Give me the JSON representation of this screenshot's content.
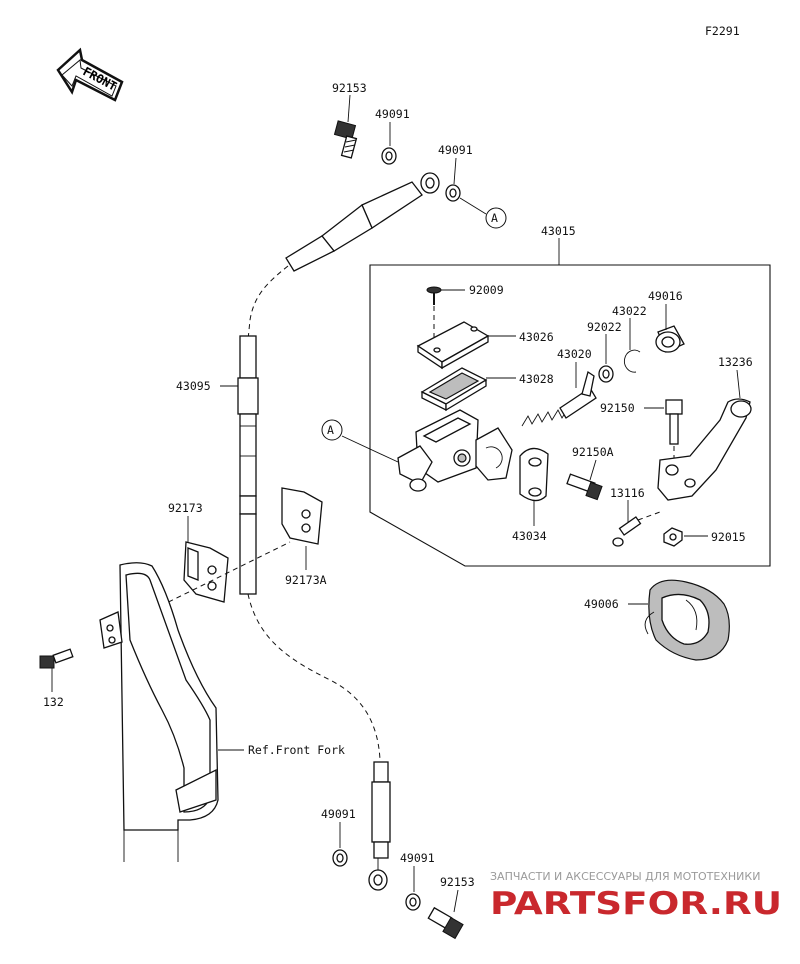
{
  "figure_code": "F2291",
  "front_arrow_label": "FRONT",
  "callout_letter": "A",
  "ref_label": "Ref.Front Fork",
  "parts": {
    "p92153_top": "92153",
    "p49091_a": "49091",
    "p49091_b": "49091",
    "p43015": "43015",
    "p92009": "92009",
    "p43026": "43026",
    "p43028": "43028",
    "p43020": "43020",
    "p92022": "92022",
    "p43022": "43022",
    "p49016": "49016",
    "p13236": "13236",
    "p92150": "92150",
    "p92150A": "92150A",
    "p13116": "13116",
    "p92015": "92015",
    "p43034": "43034",
    "p43095": "43095",
    "p92173": "92173",
    "p92173A": "92173A",
    "p49006": "49006",
    "p132": "132",
    "p49091_c": "49091",
    "p49091_d": "49091",
    "p92153_bot": "92153"
  },
  "watermark": {
    "tagline": "ЗАПЧАСТИ И АКСЕССУАРЫ ДЛЯ МОТОТЕХНИКИ",
    "brand": "PARTSFOR.RU"
  }
}
